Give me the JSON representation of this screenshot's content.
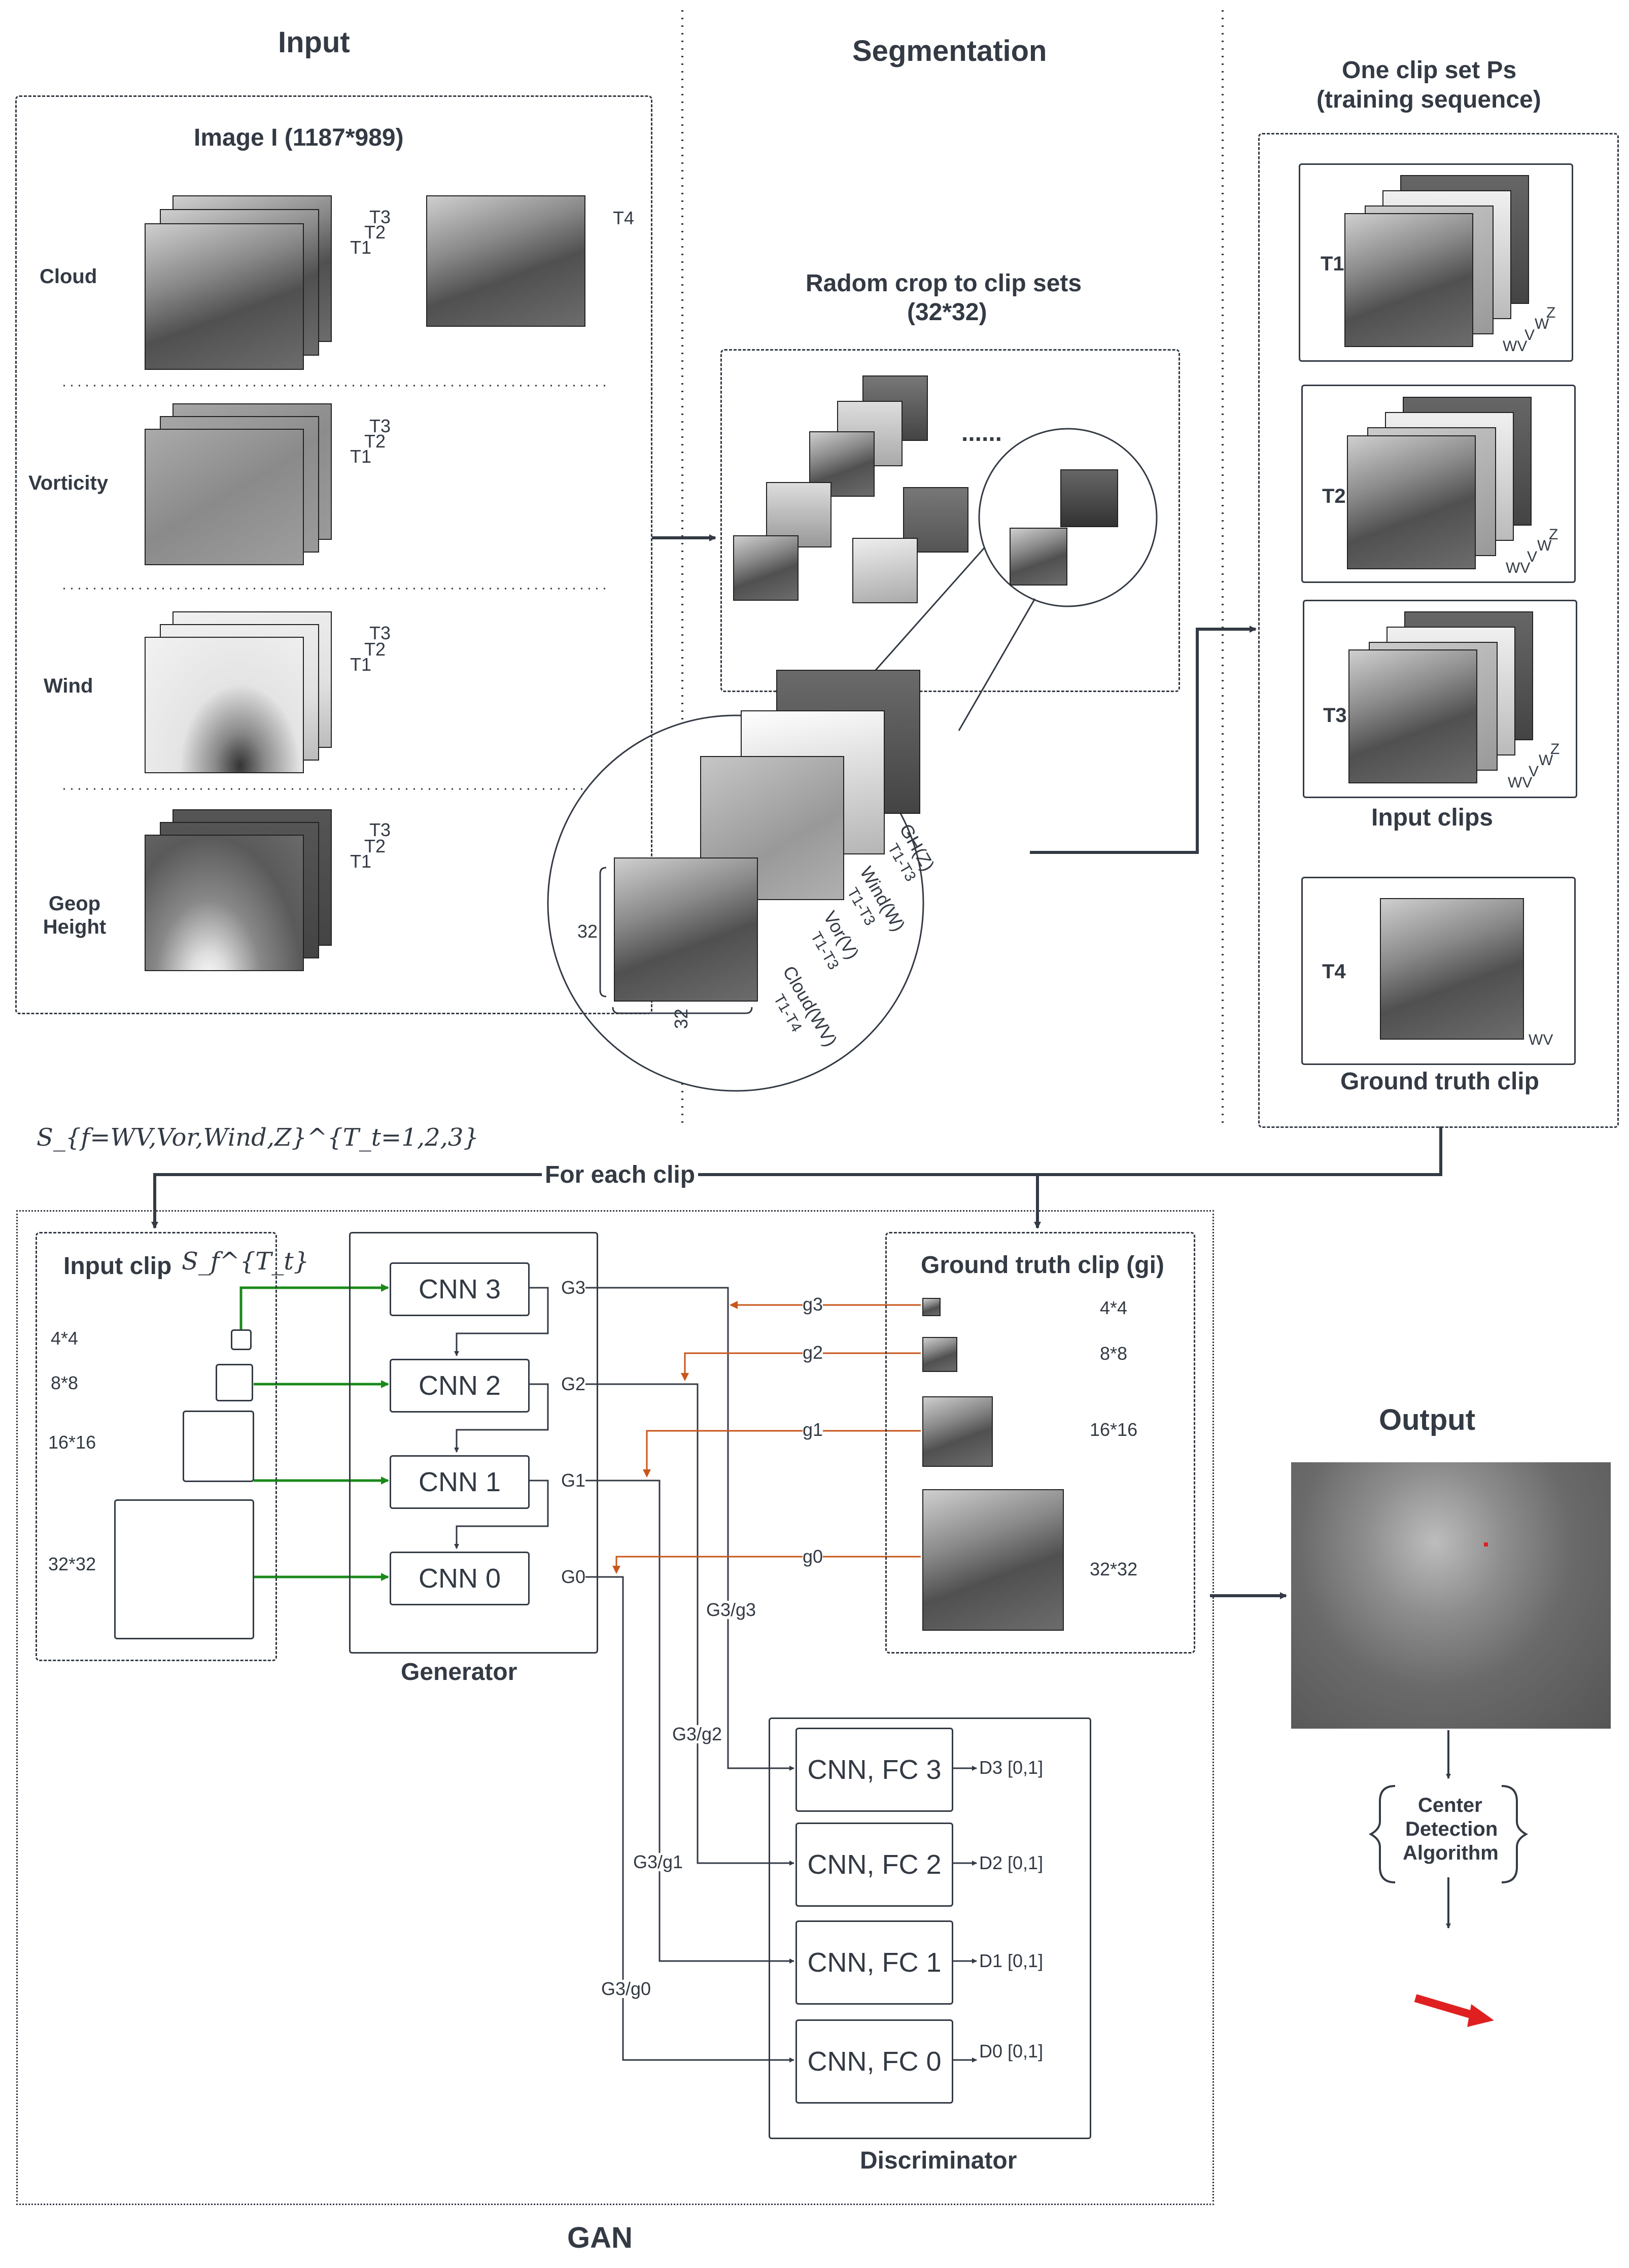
{
  "sections": {
    "input": "Input",
    "segmentation": "Segmentation",
    "gan": "GAN",
    "output": "Output"
  },
  "input_panel": {
    "image_title": "Image I (1187*989)",
    "rows": [
      {
        "label": "Cloud",
        "times": [
          "T3",
          "T2",
          "T1"
        ],
        "extra_time": "T4"
      },
      {
        "label": "Vorticity",
        "times": [
          "T3",
          "T2",
          "T1"
        ]
      },
      {
        "label": "Wind",
        "times": [
          "T3",
          "T2",
          "T1"
        ]
      },
      {
        "label": "Geop Height",
        "times": [
          "T3",
          "T2",
          "T1"
        ]
      }
    ]
  },
  "segmentation_panel": {
    "crop_title": "Radom crop to clip sets",
    "crop_size": "(32*32)",
    "ellipsis": "......",
    "dim_vertical": "32",
    "dim_horizontal": "32",
    "stack_labels": [
      {
        "name": "GH(Z)",
        "range": "T1-T3"
      },
      {
        "name": "Wind(W)",
        "range": "T1-T3"
      },
      {
        "name": "Vor(V)",
        "range": "T1-T3"
      },
      {
        "name": "Cloud(WV)",
        "range": "T1-T4"
      }
    ]
  },
  "clip_set": {
    "title_line1": "One clip set Ps",
    "title_line2": "(training sequence)",
    "frames": [
      "T1",
      "T2",
      "T3"
    ],
    "channel_letters": [
      "WV",
      "V",
      "W",
      "Z"
    ],
    "input_clips_label": "Input clips",
    "truth_frame": "T4",
    "truth_channel": "WV",
    "ground_truth_label": "Ground truth clip"
  },
  "gan_panel": {
    "formula": "S_{f=WV,Vor,Wind,Z}^{T_t=1,2,3}",
    "for_each": "For each clip",
    "input_clip_title": "Input clip",
    "input_clip_symbol": "S_f^{T_t}",
    "sizes": [
      "4*4",
      "8*8",
      "16*16",
      "32*32"
    ],
    "generator_label": "Generator",
    "generator_blocks": [
      "CNN 3",
      "CNN 2",
      "CNN 1",
      "CNN 0"
    ],
    "generator_outputs": [
      "G3",
      "G2",
      "G1",
      "G0"
    ],
    "truth_title": "Ground truth clip (gi)",
    "truth_labels": [
      "g3",
      "g2",
      "g1",
      "g0"
    ],
    "pair_labels": [
      "G3/g3",
      "G3/g2",
      "G3/g1",
      "G3/g0"
    ],
    "discriminator_label": "Discriminator",
    "disc_blocks": [
      "CNN, FC 3",
      "CNN, FC 2",
      "CNN, FC 1",
      "CNN, FC 0"
    ],
    "disc_outputs": [
      "D3 [0,1]",
      "D2 [0,1]",
      "D1 [0,1]",
      "D0 [0,1]"
    ]
  },
  "output_panel": {
    "algo_line1": "Center",
    "algo_line2": "Detection",
    "algo_line3": "Algorithm"
  },
  "colors": {
    "line": "#333a44",
    "green_arrow": "#1a8a1a",
    "orange_arrow": "#c8561a",
    "red_marker": "#e02020"
  }
}
